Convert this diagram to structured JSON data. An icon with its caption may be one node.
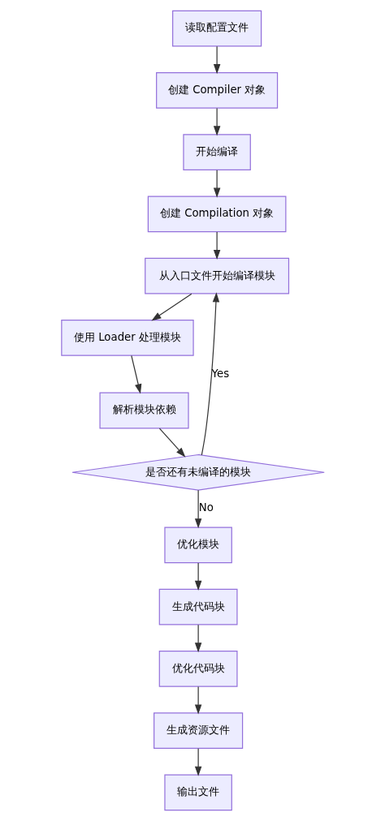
{
  "diagram": {
    "nodes": [
      {
        "text": [
          "读取配置文件"
        ]
      },
      {
        "text": [
          "创建 Compiler 对象"
        ]
      },
      {
        "text": [
          "开始编译"
        ]
      },
      {
        "text": [
          "创建 Compilation 对象"
        ]
      },
      {
        "text": [
          "从入口文件开始编译模块"
        ]
      },
      {
        "text": [
          "使用 Loader 处理模块"
        ]
      },
      {
        "text": [
          "解析模块依赖"
        ]
      },
      {
        "text": [
          "是否还有未编译的模块"
        ]
      },
      {
        "text": [
          "优化模块"
        ]
      },
      {
        "text": [
          "生成代码块"
        ]
      },
      {
        "text": [
          "优化代码块"
        ]
      },
      {
        "text": [
          "生成资源文件"
        ]
      },
      {
        "text": [
          "输出文件"
        ]
      }
    ],
    "edges": [
      {
        "from": 0,
        "to": 1,
        "arrow": "to"
      },
      {
        "from": 1,
        "to": 2,
        "arrow": "to"
      },
      {
        "from": 2,
        "to": 3,
        "arrow": "to"
      },
      {
        "from": 3,
        "to": 4,
        "arrow": "to"
      },
      {
        "from": 4,
        "to": 5,
        "arrow": "to"
      },
      {
        "from": 5,
        "to": 6,
        "arrow": "to"
      },
      {
        "from": 6,
        "to": 7,
        "arrow": "to"
      },
      {
        "from": 7,
        "to": 4,
        "arrow": "to",
        "label": "Yes"
      },
      {
        "from": 7,
        "to": 8,
        "arrow": "to",
        "label": "No"
      },
      {
        "from": 8,
        "to": 9,
        "arrow": "to"
      },
      {
        "from": 9,
        "to": 10,
        "arrow": "to"
      },
      {
        "from": 10,
        "to": 11,
        "arrow": "to"
      },
      {
        "from": 11,
        "to": 12,
        "arrow": "to"
      }
    ]
  }
}
